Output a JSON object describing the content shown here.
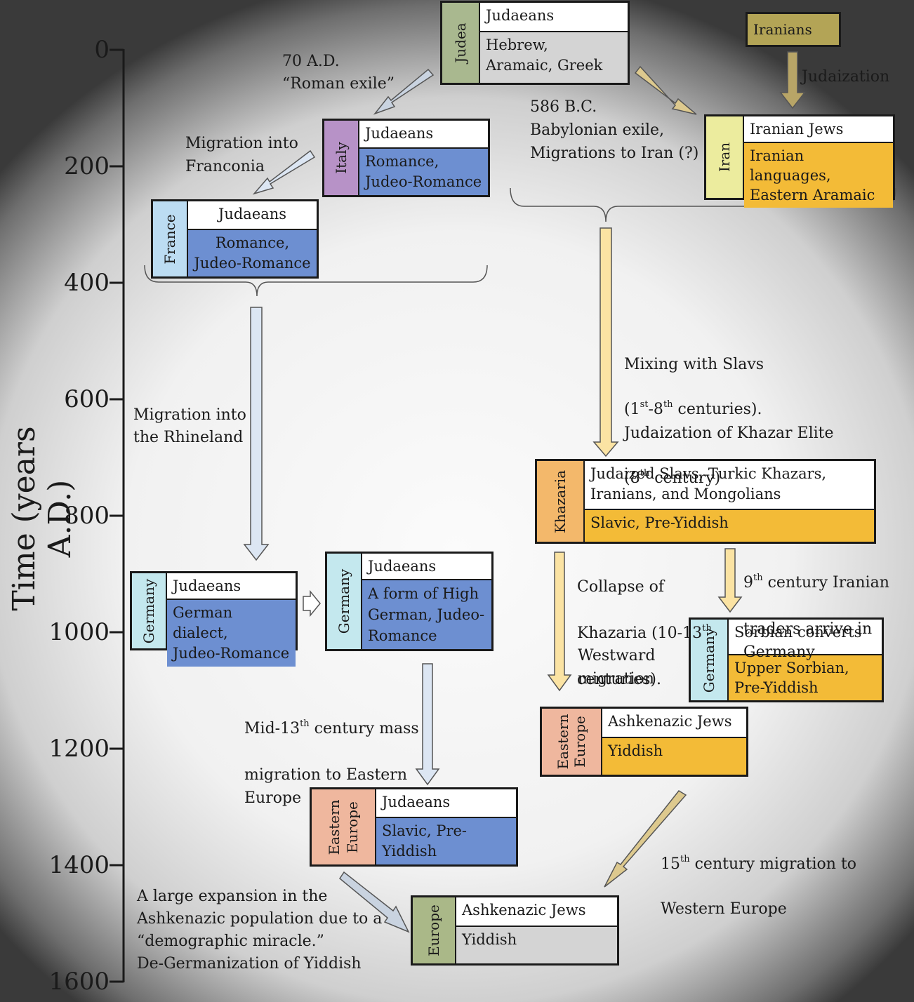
{
  "axis": {
    "title": "Time (years A.D.)",
    "ticks": [
      "0",
      "200",
      "400",
      "600",
      "800",
      "1000",
      "1200",
      "1400",
      "1600"
    ]
  },
  "boxes": {
    "judea": {
      "region": "Judea",
      "people": "Judaeans",
      "lang": "Hebrew,\nAramaic, Greek"
    },
    "iranians": {
      "people": "Iranians"
    },
    "iran": {
      "region": "Iran",
      "people": "Iranian Jews",
      "lang": "Iranian languages,\nEastern Aramaic"
    },
    "italy": {
      "region": "Italy",
      "people": "Judaeans",
      "lang": "Romance,\nJudeo-Romance"
    },
    "france": {
      "region": "France",
      "people": "Judaeans",
      "lang": "Romance,\nJudeo-Romance"
    },
    "khazaria": {
      "region": "Khazaria",
      "people": "Judaized Slavs, Turkic Khazars,\nIranians, and Mongolians",
      "lang": "Slavic, Pre-Yiddish"
    },
    "germany1": {
      "region": "Germany",
      "people": "Judaeans",
      "lang": "German dialect,\nJudeo-Romance"
    },
    "germany2": {
      "region": "Germany",
      "people": "Judaeans",
      "lang": "A form of High\nGerman, Judeo-\nRomance"
    },
    "germany3": {
      "region": "Germany",
      "people": "Sorbian converts",
      "lang": "Upper Sorbian,\nPre-Yiddish"
    },
    "easteurope1": {
      "region": "Eastern\nEurope",
      "people": "Ashkenazic Jews",
      "lang": "Yiddish"
    },
    "easteurope2": {
      "region": "Eastern\nEurope",
      "people": "Judaeans",
      "lang": "Slavic, Pre-\nYiddish"
    },
    "europe": {
      "region": "Europe",
      "people": "Ashkenazic Jews",
      "lang": "Yiddish"
    }
  },
  "labels": {
    "roman_exile": "70 A.D.\n“Roman exile”",
    "judaization": "Judaization",
    "babylonian": "586 B.C.\nBabylonian exile,\nMigrations to Iran (?)",
    "franconia": "Migration into\nFranconia",
    "rhineland": "Migration into\nthe Rhineland",
    "slavs_a": "Mixing with Slavs",
    "slavs_b": "(1",
    "slavs_sup1": "st",
    "slavs_c": "-8",
    "slavs_sup2": "th",
    "slavs_d": " centuries).",
    "khazar_a": "Judaization of Khazar Elite",
    "khazar_b": "(8",
    "khazar_sup": "th",
    "khazar_c": " century)",
    "collapse_a": "Collapse of",
    "collapse_b": "Khazaria (10-13",
    "collapse_sup": "th",
    "collapse_c": "centuries).",
    "westward": "Westward\nmigration",
    "traders_a": "9",
    "traders_sup": "th",
    "traders_b": " century Iranian",
    "traders_c": "traders arrive in\nGermany",
    "mid13_a": "Mid-13",
    "mid13_sup": "th",
    "mid13_b": " century mass",
    "mid13_c": "migration to Eastern\nEurope",
    "c15_a": "15",
    "c15_sup": "th",
    "c15_b": " century migration to",
    "c15_c": "Western Europe",
    "expansion": "A large expansion in the\nAshkenazic population due to a\n“demographic miracle.”\nDe-Germanization of Yiddish"
  },
  "colors": {
    "blue_lang": "#6d8fd1",
    "orange_lang": "#f3bb37",
    "gray_lang": "#d4d4d4",
    "judea": "#a9b88f",
    "iranians": "#b3a456",
    "iran": "#ecec9e",
    "italy": "#b792c7",
    "france": "#bcdcf2",
    "khazaria": "#f3b86b",
    "germany": "#c4e8ee",
    "eastern_europe": "#efb79e",
    "europe": "#aab888",
    "arrow_blue": "#dce6f3",
    "arrow_yellow": "#fbe3a3",
    "arrow_gray": "#c9d3e0",
    "arrow_olive": "#b8a567",
    "arrow_tan": "#ddc98e"
  }
}
